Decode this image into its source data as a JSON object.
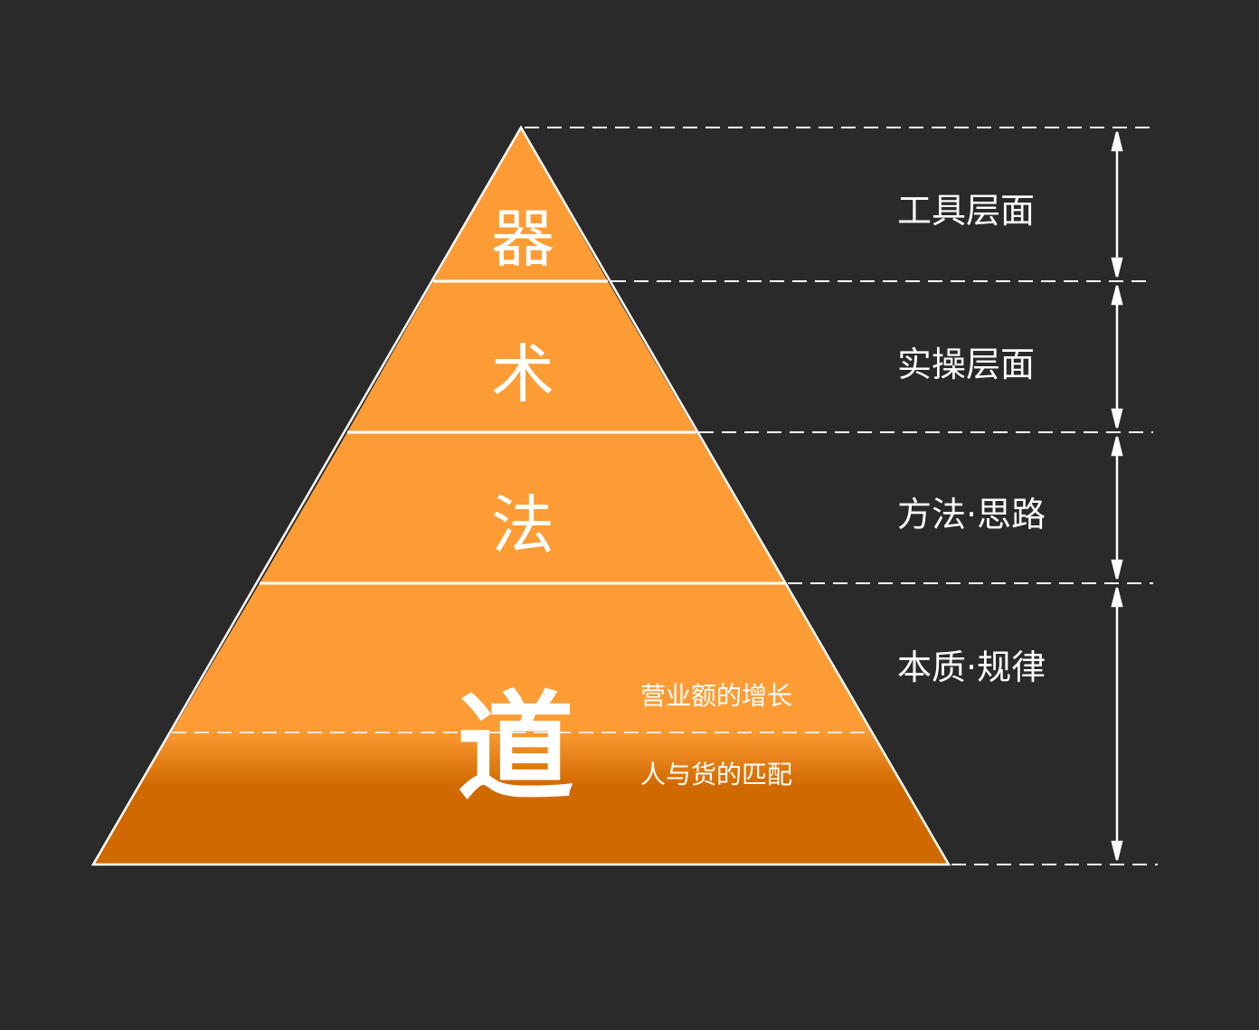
{
  "pyramid": {
    "levels": [
      {
        "char": "器",
        "label": "工具层面"
      },
      {
        "char": "术",
        "label": "实操层面"
      },
      {
        "char": "法",
        "label": "方法·思路"
      },
      {
        "char": "道",
        "label": "本质·规律"
      }
    ],
    "base_sublabels": [
      "营业额的增长",
      "人与货的匹配"
    ]
  },
  "colors": {
    "background": "#2a2a2a",
    "fill": "#fd9c35",
    "fill_dark": "#d06a00",
    "line": "#ffffff"
  }
}
